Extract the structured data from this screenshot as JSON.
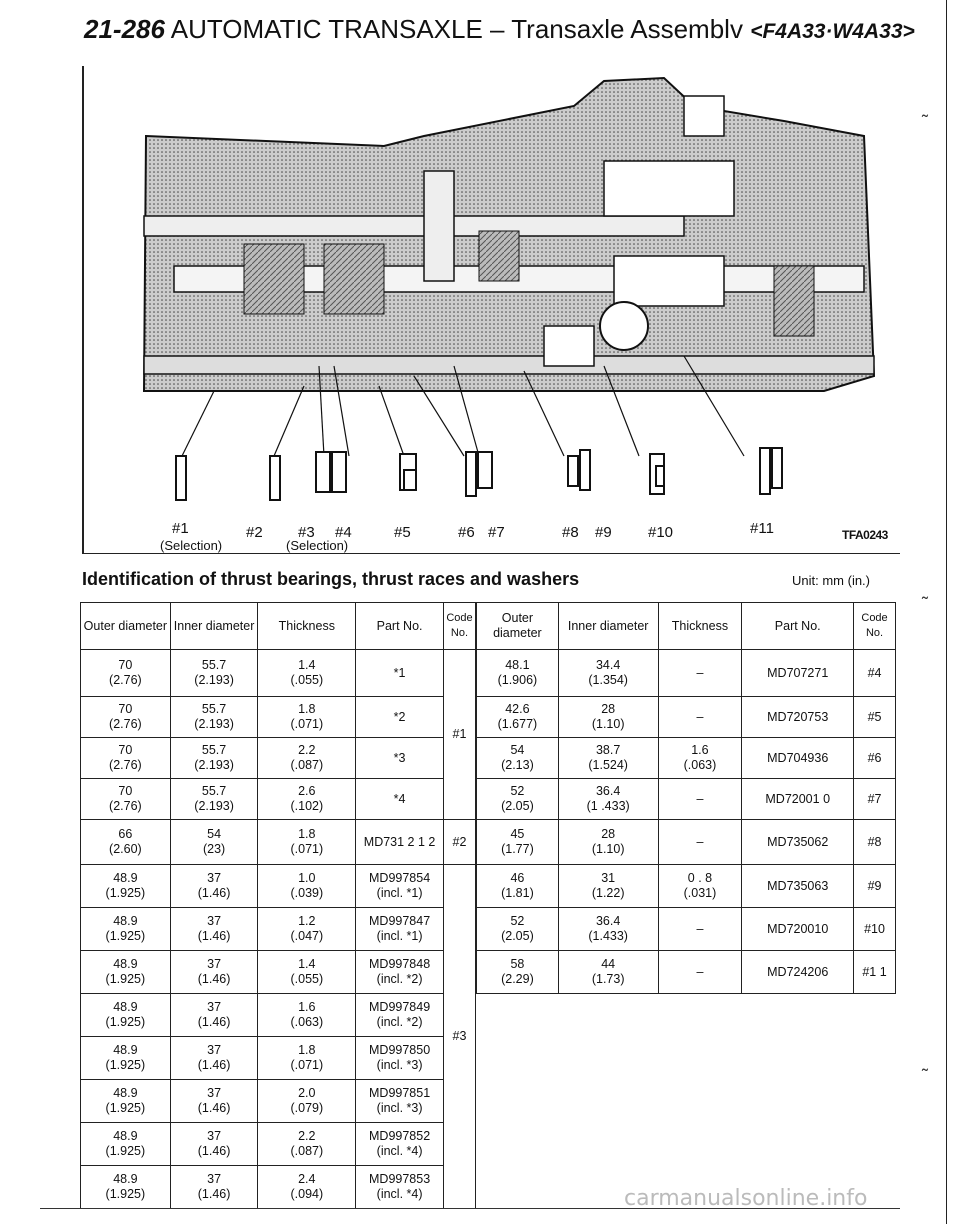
{
  "header": {
    "page": "21-286",
    "title": "AUTOMATIC TRANSAXLE – Transaxle Assemblv",
    "model": "<F4A33·W4A33>"
  },
  "figure": {
    "labels": [
      "#1",
      "#2",
      "#3",
      "#4",
      "#5",
      "#6",
      "#7",
      "#8",
      "#9",
      "#10",
      "#11"
    ],
    "selection_left": "(Selection)",
    "selection_mid": "(Selection)",
    "code": "TFA0243"
  },
  "section": {
    "title": "Identification of thrust bearings, thrust races and washers",
    "unit": "Unit: mm (in.)"
  },
  "table_left": {
    "headers": [
      "Outer diameter",
      "Inner diameter",
      "Thickness",
      "Part No.",
      "Code No."
    ],
    "rows": [
      [
        "70",
        "(2.76)",
        "55.7",
        "(2.193)",
        "1.4",
        "(.055)",
        "*1"
      ],
      [
        "70",
        "(2.76)",
        "55.7",
        "(2.193)",
        "1.8",
        "(.071)",
        "*2"
      ],
      [
        "70",
        "(2.76)",
        "55.7",
        "(2.193)",
        "2.2",
        "(.087)",
        "*3"
      ],
      [
        "70",
        "(2.76)",
        "55.7",
        "(2.193)",
        "2.6",
        "(.102)",
        "*4"
      ],
      [
        "66",
        "(2.60)",
        "54",
        "(23)",
        "1.8",
        "(.071)",
        "MD731 2 1 2"
      ],
      [
        "48.9",
        "(1.925)",
        "37",
        "(1.46)",
        "1.0",
        "(.039)",
        "MD997854",
        "(incl. *1)"
      ],
      [
        "48.9",
        "(1.925)",
        "37",
        "(1.46)",
        "1.2",
        "(.047)",
        "MD997847",
        "(incl. *1)"
      ],
      [
        "48.9",
        "(1.925)",
        "37",
        "(1.46)",
        "1.4",
        "(.055)",
        "MD997848",
        "(incl. *2)"
      ],
      [
        "48.9",
        "(1.925)",
        "37",
        "(1.46)",
        "1.6",
        "(.063)",
        "MD997849",
        "(incl. *2)"
      ],
      [
        "48.9",
        "(1.925)",
        "37",
        "(1.46)",
        "1.8",
        "(.071)",
        "MD997850",
        "(incl. *3)"
      ],
      [
        "48.9",
        "(1.925)",
        "37",
        "(1.46)",
        "2.0",
        "(.079)",
        "MD997851",
        "(incl. *3)"
      ],
      [
        "48.9",
        "(1.925)",
        "37",
        "(1.46)",
        "2.2",
        "(.087)",
        "MD997852",
        "(incl. *4)"
      ],
      [
        "48.9",
        "(1.925)",
        "37",
        "(1.46)",
        "2.4",
        "(.094)",
        "MD997853",
        "(incl. *4)"
      ]
    ],
    "codes": [
      "#1",
      "#2",
      "#3"
    ]
  },
  "table_right": {
    "headers": [
      "Outer diameter",
      "Inner diameter",
      "Thickness",
      "Part No.",
      "Code No."
    ],
    "rows": [
      [
        "48.1",
        "(1.906)",
        "34.4",
        "(1.354)",
        "–",
        "",
        "MD707271",
        "#4"
      ],
      [
        "42.6",
        "(1.677)",
        "28",
        "(1.10)",
        "–",
        "",
        "MD720753",
        "#5"
      ],
      [
        "54",
        "(2.13)",
        "38.7",
        "(1.524)",
        "1.6",
        "(.063)",
        "MD704936",
        "#6"
      ],
      [
        "52",
        "(2.05)",
        "36.4",
        "(1 .433)",
        "–",
        "",
        "MD72001 0",
        "#7"
      ],
      [
        "45",
        "(1.77)",
        "28",
        "(1.10)",
        "–",
        "",
        "MD735062",
        "#8"
      ],
      [
        "46",
        "(1.81)",
        "31",
        "(1.22)",
        "0 . 8",
        "(.031)",
        "MD735063",
        "#9"
      ],
      [
        "52",
        "(2.05)",
        "36.4",
        "(1.433)",
        "–",
        "",
        "MD720010",
        "#10"
      ],
      [
        "58",
        "(2.29)",
        "44",
        "(1.73)",
        "–",
        "",
        "MD724206",
        "#1 1"
      ]
    ]
  },
  "watermark": "carmanualsonline.info"
}
